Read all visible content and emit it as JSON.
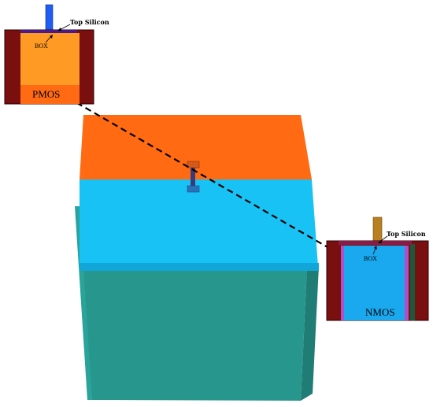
{
  "insets": {
    "pmos": {
      "device_label": "PMOS",
      "top_silicon_label": "Top Silicon",
      "box_label": "BOX"
    },
    "nmos": {
      "device_label": "NMOS",
      "top_silicon_label": "Top Silicon",
      "box_label": "BOX"
    }
  },
  "colors": {
    "pmos_region": "#ff6a13",
    "nmos_region": "#19c2f5",
    "substrate": "#27978e",
    "inset_frame": "#7a0f0f",
    "pmos_inner_top": "#ff9a24",
    "pmos_inner_bottom": "#ff6a13",
    "nmos_inner": "#1aa8ef",
    "pmos_contact": "#1f5ef0",
    "nmos_contact": "#b8801f"
  }
}
